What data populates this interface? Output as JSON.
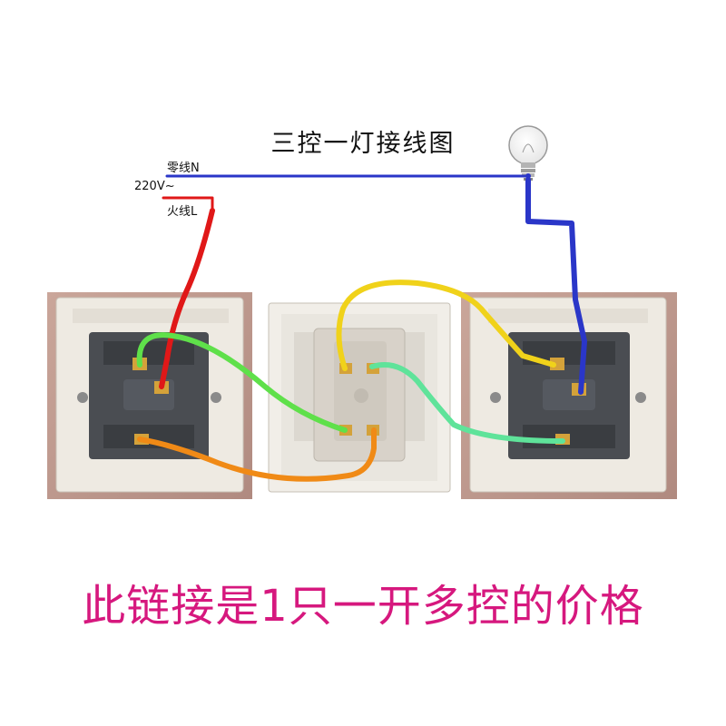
{
  "title": "三控一灯接线图",
  "labels": {
    "neutral": "零线N",
    "voltage": "220V~",
    "live": "火线L"
  },
  "components": {
    "bulb": "light-bulb-icon",
    "switches": [
      "wall-switch-left",
      "wall-switch-middle",
      "wall-switch-right"
    ]
  },
  "wire_colors": {
    "neutral": "#2a36c8",
    "live": "#e01818",
    "yellow": "#f0d21a",
    "green": "#5fe04a",
    "mint": "#5fe39a",
    "orange": "#f08a16"
  },
  "caption": "此链接是1只一开多控的价格",
  "accent_color": "#d6187e"
}
